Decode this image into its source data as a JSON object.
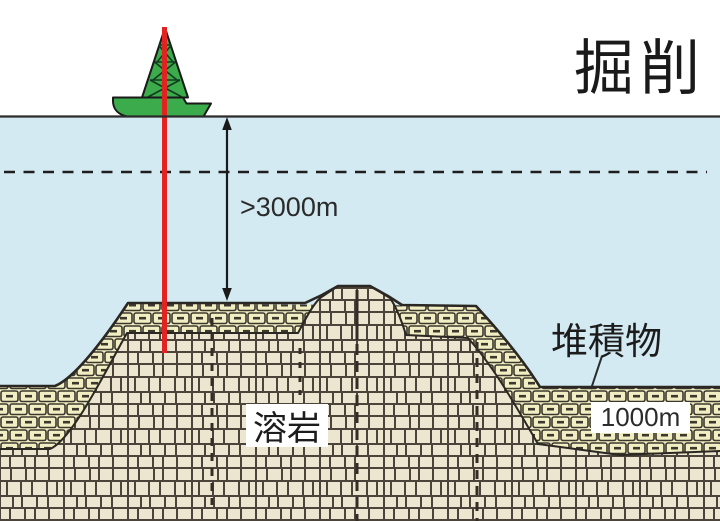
{
  "title": "掘削",
  "labels": {
    "water_depth": ">3000m",
    "sediment": "堆積物",
    "sediment_thickness": "1000m",
    "lava": "溶岩"
  },
  "legend": {
    "vessel": "drilling-ship",
    "drill_string": "red drill pipe from vessel into seafloor",
    "depth_arrow": "double-headed arrow from sea surface to seafloor"
  },
  "colors": {
    "background": "#ffffff",
    "water": "#d3eaf2",
    "sediment_fill": "#f0eec2",
    "lava_fill": "#ece5cf",
    "mortar": "#4a443b",
    "outline": "#2b2722",
    "ship_green": "#3bab4c",
    "drill_red": "#e12421",
    "line_black": "#1a1a1a",
    "text": "#1a1a1a"
  }
}
